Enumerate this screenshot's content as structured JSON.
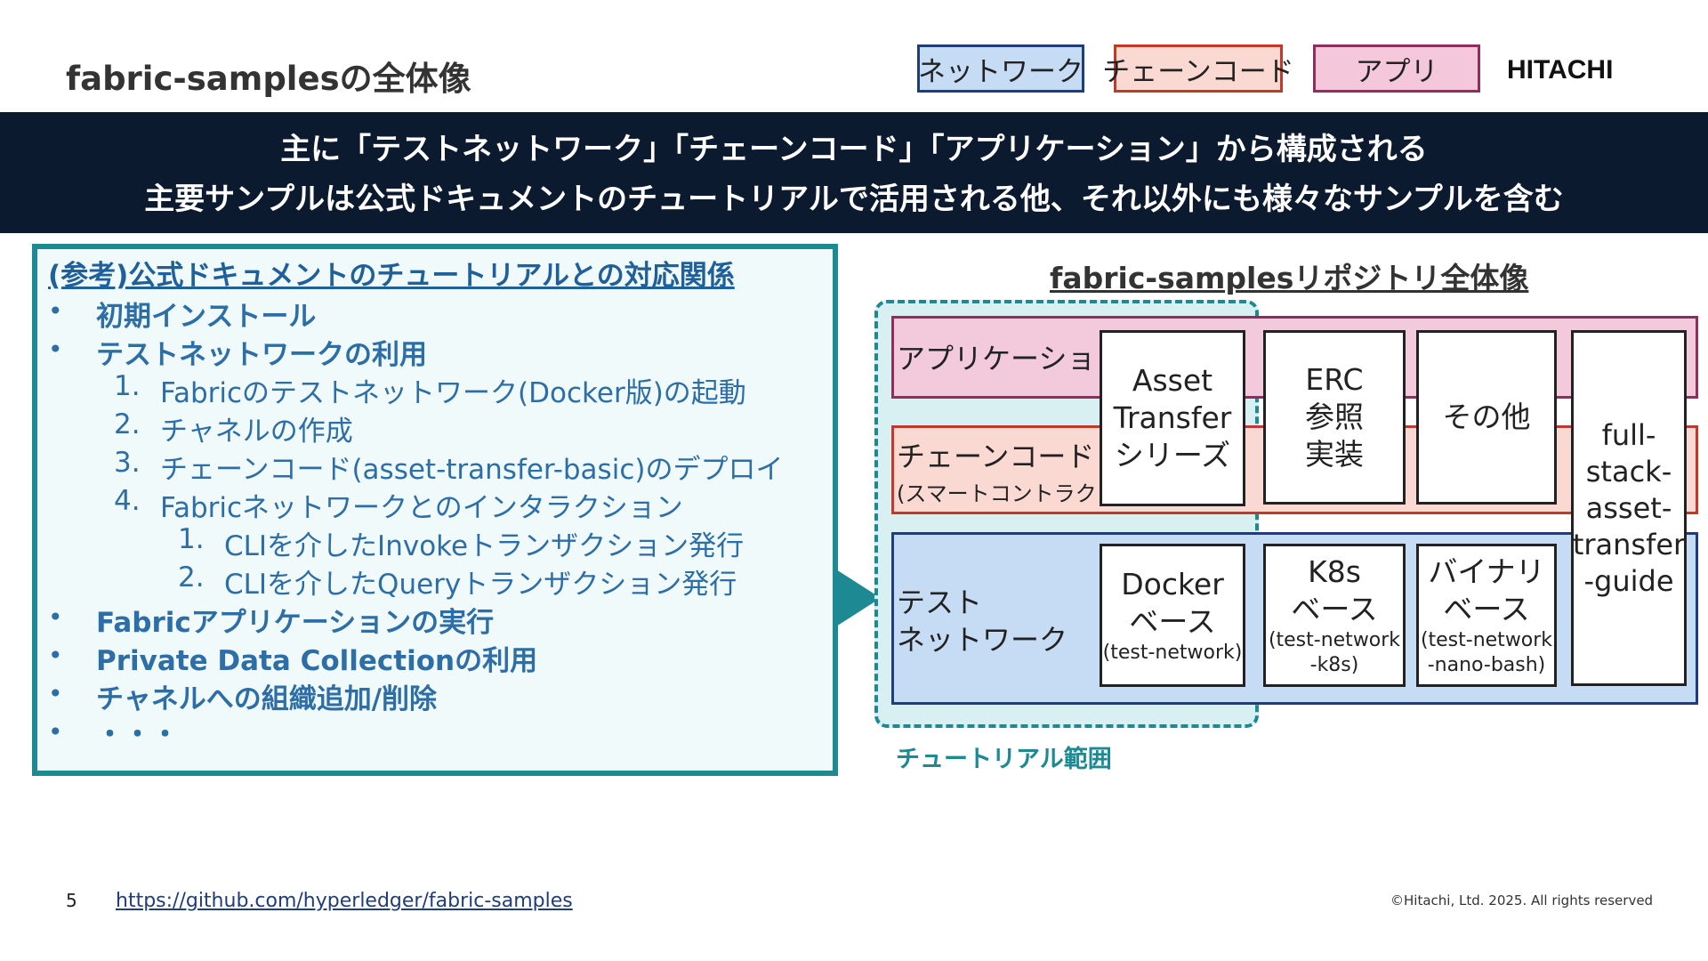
{
  "header": {
    "title": "fabric-samplesの全体像",
    "legend": {
      "network": "ネットワーク",
      "chaincode": "チェーンコード",
      "app": "アプリ"
    },
    "logo": "HITACHI"
  },
  "banner": {
    "line1": "主に「テストネットワーク」「チェーンコード」「アプリケーション」から構成される",
    "line2": "主要サンプルは公式ドキュメントのチュートリアルで活用される他、それ以外にも様々なサンプルを含む"
  },
  "reference": {
    "heading": "(参考)公式ドキュメントのチュートリアルとの対応関係",
    "items": [
      {
        "bullet": "•",
        "text": "初期インストール"
      },
      {
        "bullet": "•",
        "text": "テストネットワークの利用"
      },
      {
        "num": "1.",
        "text": "Fabricのテストネットワーク(Docker版)の起動"
      },
      {
        "num": "2.",
        "text": "チャネルの作成"
      },
      {
        "num": "3.",
        "text": "チェーンコード(asset-transfer-basic)のデプロイ"
      },
      {
        "num": "4.",
        "text": "Fabricネットワークとのインタラクション"
      },
      {
        "num": "1.",
        "text": "CLIを介したInvokeトランザクション発行"
      },
      {
        "num": "2.",
        "text": "CLIを介したQueryトランザクション発行"
      },
      {
        "bullet": "•",
        "text": "Fabricアプリケーションの実行"
      },
      {
        "bullet": "•",
        "text": "Private Data Collectionの利用"
      },
      {
        "bullet": "•",
        "text": "チャネルへの組織追加/削除"
      },
      {
        "bullet": "•",
        "text": "・・・"
      }
    ]
  },
  "repo": {
    "title": "fabric-samplesリポジトリ全体像",
    "tutorial_scope": "チュートリアル範囲",
    "bands": {
      "app": "アプリケーション",
      "chaincode": "チェーンコード",
      "chaincode_sub": "(スマートコントラクト)",
      "network_line1": "テスト",
      "network_line2": "ネットワーク"
    },
    "boxes": {
      "asset": [
        "Asset",
        "Transfer",
        "シリーズ"
      ],
      "erc": [
        "ERC",
        "参照",
        "実装"
      ],
      "other": [
        "その他"
      ],
      "fullstack": [
        "full-",
        "stack-",
        "asset-",
        "transfer",
        "-guide"
      ],
      "docker": {
        "lines": [
          "Docker",
          "ベース"
        ],
        "sub": "(test-network)"
      },
      "k8s": {
        "lines": [
          "K8s",
          "ベース"
        ],
        "sub": [
          "(test-network",
          "-k8s)"
        ]
      },
      "nano": {
        "lines": [
          "バイナリ",
          "ベース"
        ],
        "sub": [
          "(test-network",
          "-nano-bash)"
        ]
      }
    }
  },
  "footer": {
    "page": "5",
    "link": "https://github.com/hyperledger/fabric-samples",
    "copyright": "©Hitachi, Ltd. 2025. All rights reserved"
  }
}
